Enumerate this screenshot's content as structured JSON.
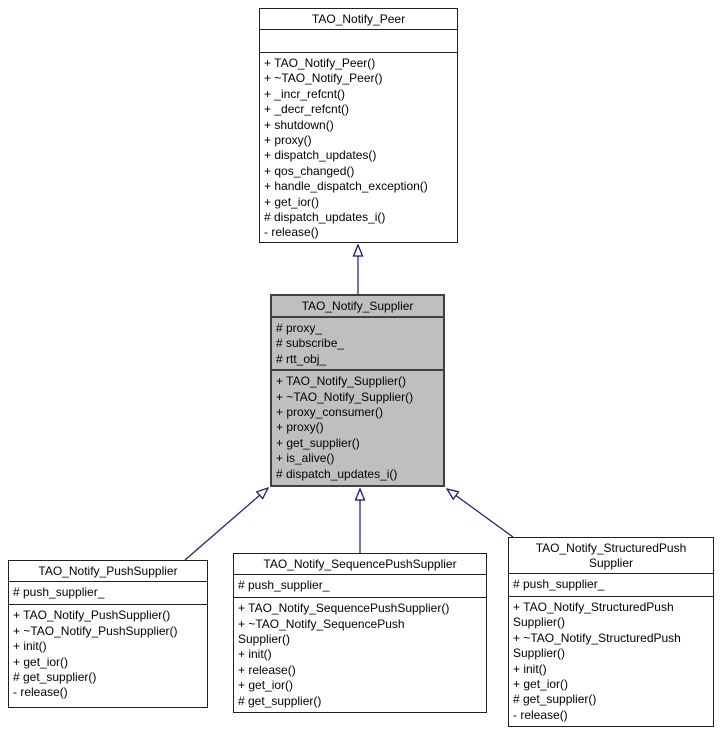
{
  "diagram": {
    "type": "uml-class-inheritance",
    "colors": {
      "background": "#ffffff",
      "box_border": "#1f1f1f",
      "highlight_fill": "#bfbfbf",
      "highlight_border": "#404040",
      "arrow": "#191970"
    },
    "classes": [
      {
        "name": "TAO_Notify_Peer",
        "highlighted": false,
        "attributes": [],
        "methods": [
          "+ TAO_Notify_Peer()",
          "+ ~TAO_Notify_Peer()",
          "+ _incr_refcnt()",
          "+ _decr_refcnt()",
          "+ shutdown()",
          "+ proxy()",
          "+ dispatch_updates()",
          "+ qos_changed()",
          "+ handle_dispatch_exception()",
          "+ get_ior()",
          "# dispatch_updates_i()",
          "- release()"
        ]
      },
      {
        "name": "TAO_Notify_Supplier",
        "highlighted": true,
        "attributes": [
          "# proxy_",
          "# subscribe_",
          "# rtt_obj_"
        ],
        "methods": [
          "+ TAO_Notify_Supplier()",
          "+ ~TAO_Notify_Supplier()",
          "+ proxy_consumer()",
          "+ proxy()",
          "+ get_supplier()",
          "+ is_alive()",
          "# dispatch_updates_i()"
        ]
      },
      {
        "name": "TAO_Notify_PushSupplier",
        "highlighted": false,
        "attributes": [
          "# push_supplier_"
        ],
        "methods": [
          "+ TAO_Notify_PushSupplier()",
          "+ ~TAO_Notify_PushSupplier()",
          "+ init()",
          "+ get_ior()",
          "# get_supplier()",
          "- release()"
        ]
      },
      {
        "name": "TAO_Notify_SequencePushSupplier",
        "highlighted": false,
        "attributes": [
          "# push_supplier_"
        ],
        "methods": [
          "+ TAO_Notify_SequencePushSupplier()",
          "+ ~TAO_Notify_SequencePush\nSupplier()",
          "+ init()",
          "+ release()",
          "+ get_ior()",
          "# get_supplier()"
        ]
      },
      {
        "name": "TAO_Notify_StructuredPush\nSupplier",
        "highlighted": false,
        "attributes": [
          "# push_supplier_"
        ],
        "methods": [
          "+ TAO_Notify_StructuredPush\nSupplier()",
          "+ ~TAO_Notify_StructuredPush\nSupplier()",
          "+ init()",
          "+ get_ior()",
          "# get_supplier()",
          "- release()"
        ]
      }
    ],
    "edges": [
      {
        "from": "TAO_Notify_Supplier",
        "to": "TAO_Notify_Peer",
        "type": "inheritance"
      },
      {
        "from": "TAO_Notify_PushSupplier",
        "to": "TAO_Notify_Supplier",
        "type": "inheritance"
      },
      {
        "from": "TAO_Notify_SequencePushSupplier",
        "to": "TAO_Notify_Supplier",
        "type": "inheritance"
      },
      {
        "from": "TAO_Notify_StructuredPushSupplier",
        "to": "TAO_Notify_Supplier",
        "type": "inheritance"
      }
    ]
  }
}
